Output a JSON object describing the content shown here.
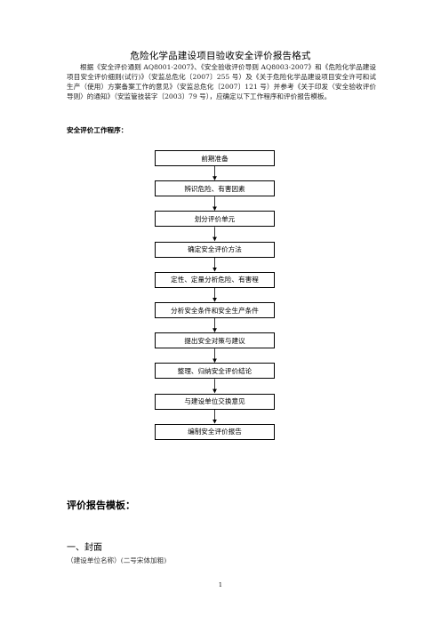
{
  "document": {
    "title": "危险化学品建设项目验收安全评价报告格式",
    "intro": "根据《安全评价通则 AQ8001-2007》、《安全验收评价导则 AQ8003-2007》和《危险化学品建设项目安全评价细则(试行)》（安监总危化〔2007〕255 号）及《关于危险化学品建设项目安全许可和试生产（使用）方案备案工作的意见》（安监总危化〔2007〕121 号）并参考《关于印发〈安全验收评价导则〉的通知》（安监管技装字〔2003〕79 号），应确定以下工作程序和评价报告模板。",
    "procedure_label": "安全评价工作程序：",
    "flow_steps": [
      "前期准备",
      "辨识危险、有害因素",
      "划分评价单元",
      "确定安全评价方法",
      "定性、定量分析危险、有害程",
      "分析安全条件和安全生产条件",
      "提出安全对策与建议",
      "整理、归纳安全评价结论",
      "与建设单位交换意见",
      "编制安全评价报告"
    ],
    "template_heading": "评价报告模板：",
    "cover_heading": "一、封面",
    "cover_note": "（建设单位名称）(二号宋体加粗)",
    "page_number": "1"
  }
}
